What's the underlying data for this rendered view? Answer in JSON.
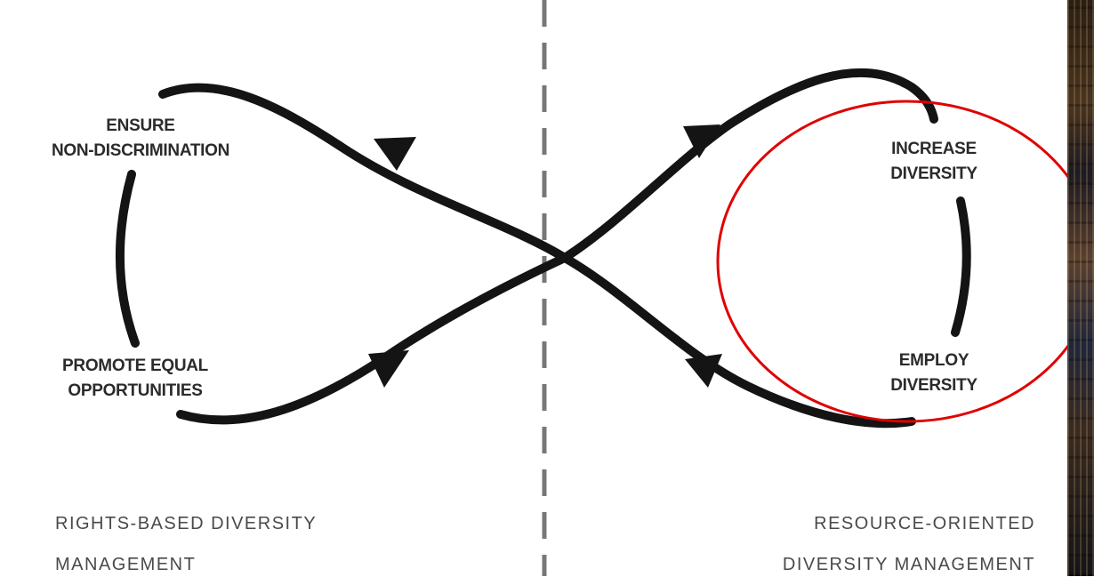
{
  "nodes": {
    "ensure": [
      "ENSURE",
      "NON-DISCRIMINATION"
    ],
    "promote": [
      "PROMOTE EQUAL",
      "OPPORTUNITIES"
    ],
    "increase": [
      "INCREASE",
      "DIVERSITY"
    ],
    "employ": [
      "EMPLOY",
      "DIVERSITY"
    ]
  },
  "captions": {
    "left": [
      "RIGHTS-BASED DIVERSITY",
      "MANAGEMENT"
    ],
    "right": [
      "RESOURCE-ORIENTED",
      "DIVERSITY MANAGEMENT"
    ]
  },
  "colors": {
    "stroke": "#141414",
    "divider": "#777777",
    "highlight": "#e00000"
  }
}
